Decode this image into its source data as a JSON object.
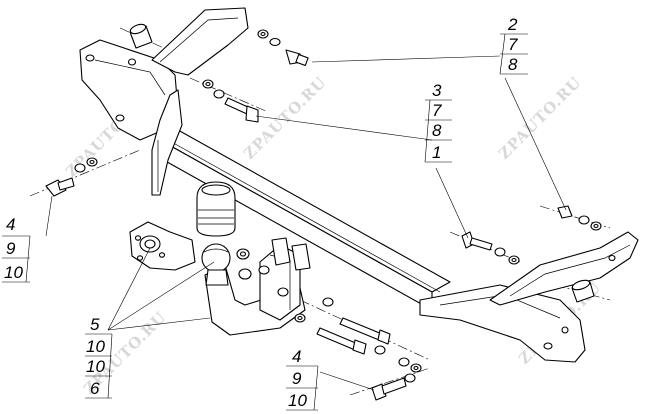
{
  "watermark": "ZPAUTO.RU",
  "callouts": [
    {
      "id": "top-right",
      "numbers": [
        "2",
        "7",
        "8"
      ]
    },
    {
      "id": "upper-middle",
      "numbers": [
        "3",
        "7",
        "8",
        "1"
      ]
    },
    {
      "id": "left",
      "numbers": [
        "4",
        "9",
        "10"
      ]
    },
    {
      "id": "ball-mount",
      "numbers": [
        "5",
        "10",
        "10",
        "6"
      ]
    },
    {
      "id": "bottom",
      "numbers": [
        "4",
        "9",
        "10"
      ]
    }
  ]
}
